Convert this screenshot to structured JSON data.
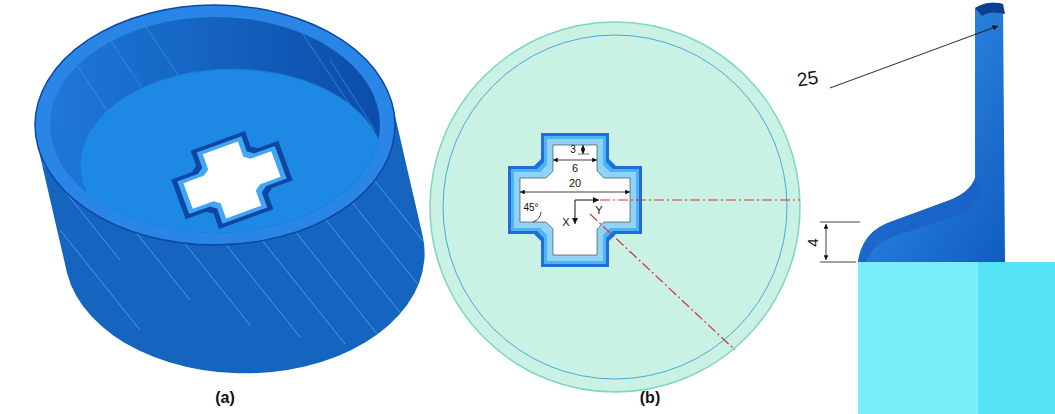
{
  "diagram": {
    "labels": [
      "(a)",
      "(b)",
      "3",
      "6",
      "20",
      "45°",
      "Y",
      "X",
      "25",
      "4"
    ]
  }
}
